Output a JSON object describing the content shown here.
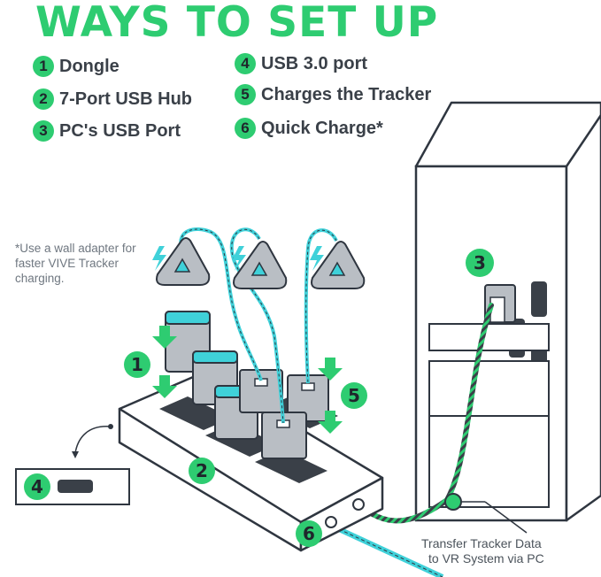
{
  "title": "WAYS TO SET UP",
  "legend": [
    {
      "num": "1",
      "label": "Dongle"
    },
    {
      "num": "2",
      "label": "7-Port USB Hub"
    },
    {
      "num": "3",
      "label": "PC's USB Port"
    },
    {
      "num": "4",
      "label": "USB 3.0 port"
    },
    {
      "num": "5",
      "label": "Charges the Tracker"
    },
    {
      "num": "6",
      "label": "Quick Charge*"
    }
  ],
  "note": "*Use a wall adapter for faster VIVE Tracker charging.",
  "caption_line1": "Transfer Tracker Data",
  "caption_line2": "to VR System via PC",
  "markers": {
    "m1": "1",
    "m2": "2",
    "m3": "3",
    "m4": "4",
    "m5": "5",
    "m6": "6"
  },
  "colors": {
    "accent": "#2ecc71",
    "outline": "#2f3640",
    "device": "#b9bec4",
    "teal": "#3fd1d9"
  }
}
